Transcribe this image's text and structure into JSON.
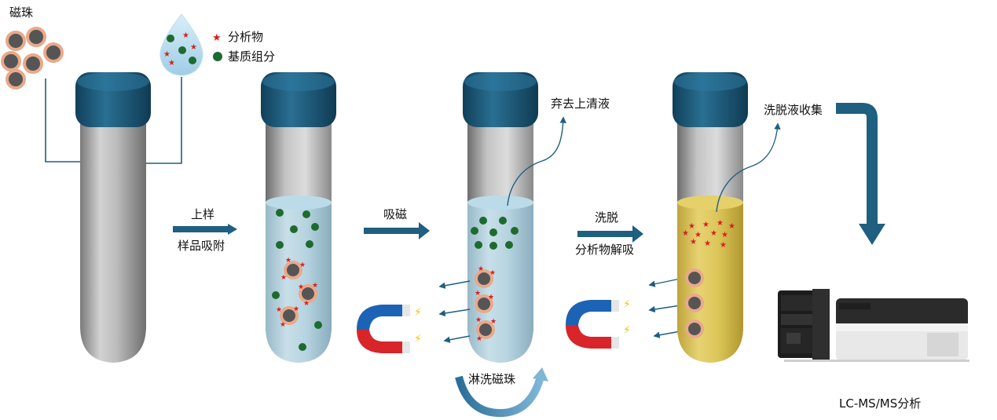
{
  "labels": {
    "beads": "磁珠",
    "analyte": "分析物",
    "matrix": "基质组分",
    "step1_top": "上样",
    "step1_bottom": "样品吸附",
    "step2": "吸磁",
    "discard": "弃去上清液",
    "wash": "淋洗磁珠",
    "step3_top": "洗脱",
    "step3_bottom": "分析物解吸",
    "collect": "洗脱液收集",
    "instrument": "LC-MS/MS分析"
  },
  "colors": {
    "cap": "#1e5c7c",
    "arrow": "#1f5f80",
    "bead_core": "#555555",
    "bead_ring": "#e9a98a",
    "analyte_star": "#d62020",
    "matrix_dot": "#1d6b2e",
    "sample_liquid": "#a9cfe0",
    "eluate_liquid": "#d8c04a",
    "magnet_red": "#d8252a",
    "magnet_blue": "#1c63b5"
  }
}
